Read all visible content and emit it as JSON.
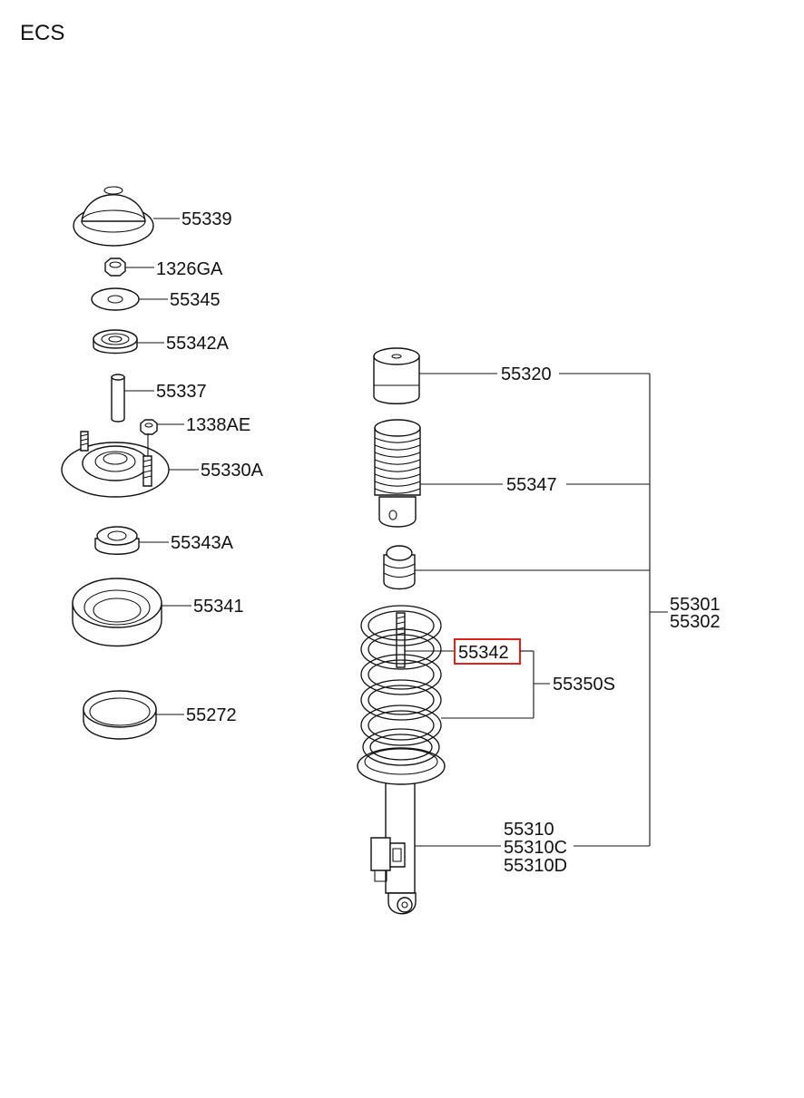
{
  "title": "ECS",
  "parts": {
    "p55339": "55339",
    "p1326GA": "1326GA",
    "p55345": "55345",
    "p55342A": "55342A",
    "p55337": "55337",
    "p1338AE": "1338AE",
    "p55330A": "55330A",
    "p55343A": "55343A",
    "p55341": "55341",
    "p55272": "55272",
    "p55320": "55320",
    "p55347": "55347",
    "p55301": "55301",
    "p55302": "55302",
    "p55342": "55342",
    "p55350S": "55350S",
    "p55310": "55310",
    "p55310C": "55310C",
    "p55310D": "55310D"
  },
  "highlight": {
    "part": "55342",
    "color": "#e0201b"
  },
  "colors": {
    "line": "#111111",
    "background": "#ffffff"
  }
}
